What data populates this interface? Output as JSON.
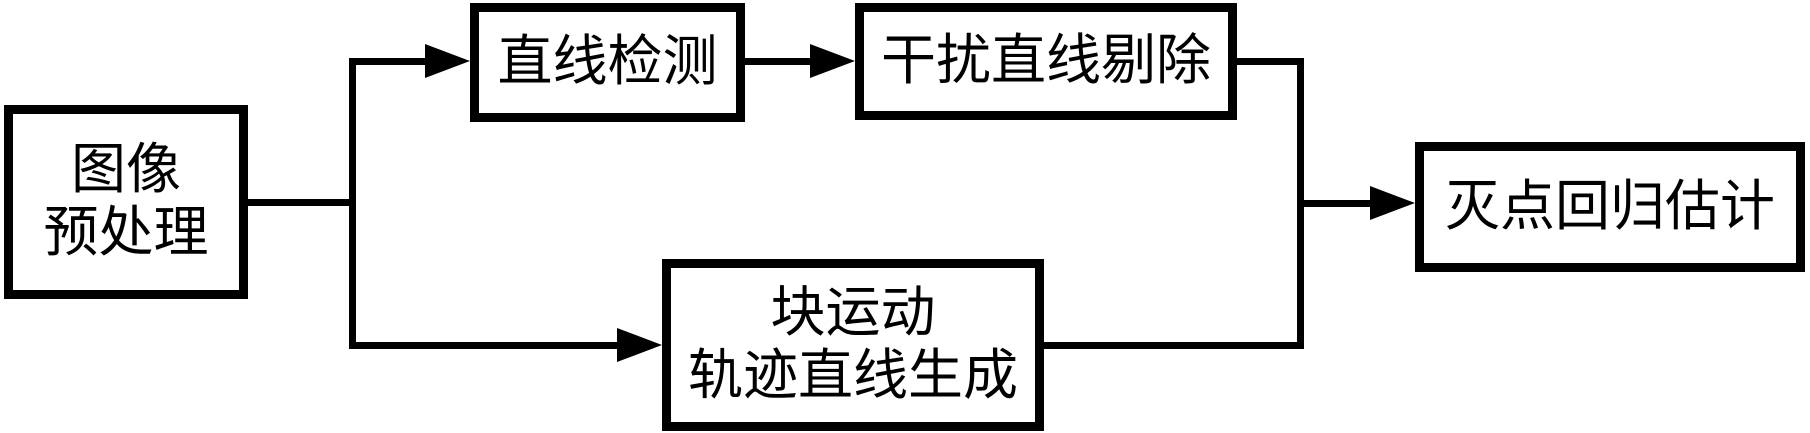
{
  "figure": {
    "type": "flowchart",
    "background_color": "#ffffff",
    "stroke_color": "#000000",
    "nodes": {
      "preprocess": {
        "line1": "图像",
        "line2": "预处理"
      },
      "line_detect": {
        "line1": "直线检测"
      },
      "interference_removal": {
        "line1": "干扰直线剔除"
      },
      "block_motion": {
        "line1": "块运动",
        "line2": "轨迹直线生成"
      },
      "vanishing_point": {
        "line1": "灭点回归估计"
      }
    },
    "edges": [
      {
        "from": "preprocess",
        "to": "line_detect"
      },
      {
        "from": "preprocess",
        "to": "block_motion"
      },
      {
        "from": "line_detect",
        "to": "interference_removal"
      },
      {
        "from": "interference_removal",
        "to": "vanishing_point"
      },
      {
        "from": "block_motion",
        "to": "vanishing_point"
      }
    ]
  }
}
